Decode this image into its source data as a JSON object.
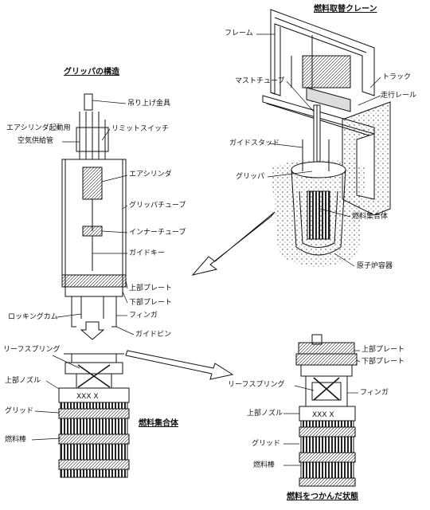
{
  "titles": {
    "crane": "燃料取替クレーン",
    "gripper_structure": "グリッパの構造",
    "fuel_assembly": "燃料集合体",
    "gripped_state": "燃料をつかんだ状態"
  },
  "crane_labels": {
    "frame": "フレーム",
    "mast_tube": "マストチューブ",
    "track": "トラック",
    "running_rail": "走行レール",
    "guide_stud": "ガイドスタッド",
    "gripper": "グリッパ",
    "fuel_assembly": "燃料集合体",
    "reactor_vessel": "原子炉容器"
  },
  "gripper_labels": {
    "lifting_fitting": "吊り上げ金具",
    "air_cylinder_supply": "エアシリンダ起動用",
    "air_supply_pipe": "空気供給管",
    "limit_switch": "リミットスイッチ",
    "air_cylinder": "エアシリンダ",
    "gripper_tube": "グリッパチューブ",
    "inner_tube": "インナーチューブ",
    "guide_key": "ガイドキー",
    "upper_plate": "上部プレート",
    "lower_plate": "下部プレート",
    "locking_cam": "ロッキングカム",
    "finger": "フィンガ",
    "guide_pin": "ガイドピン"
  },
  "assembly_labels": {
    "leaf_spring": "リーフスプリング",
    "upper_nozzle": "上部ノズル",
    "grid": "グリッド",
    "fuel_rod": "燃料棒"
  },
  "gripped_labels": {
    "upper_plate": "上部プレート",
    "lower_plate": "下部プレート",
    "leaf_spring": "リーフスプリング",
    "finger": "フィンガ",
    "upper_nozzle": "上部ノズル",
    "grid": "グリッド",
    "fuel_rod": "燃料棒"
  }
}
